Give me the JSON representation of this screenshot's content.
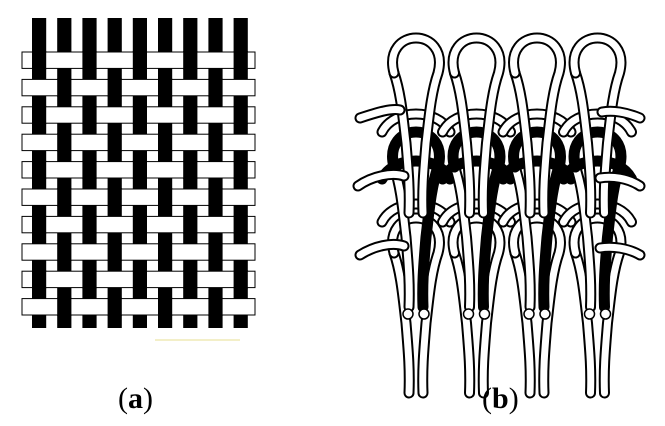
{
  "figure": {
    "colors": {
      "ink": "#000000",
      "paper": "#ffffff",
      "accent_line": "#f3efc8"
    },
    "panel_a": {
      "caption_open": "(",
      "caption_letter": "a",
      "caption_close": ")",
      "depicts": "woven-fabric-plain-weave"
    },
    "panel_b": {
      "caption_open": "(",
      "caption_letter": "b",
      "caption_close": ")",
      "depicts": "weft-knitted-fabric-loops"
    }
  }
}
